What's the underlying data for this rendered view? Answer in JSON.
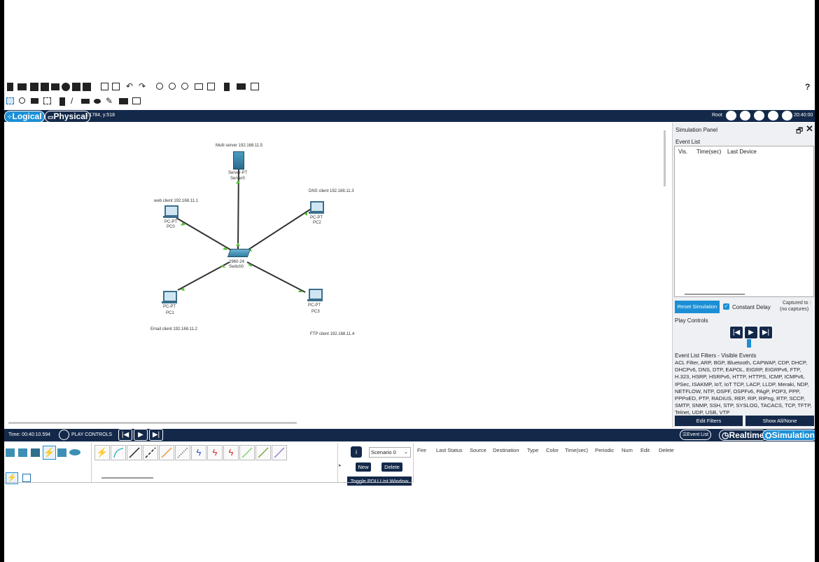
{
  "toolbar": {
    "help": "?"
  },
  "topbar": {
    "logical": "Logical",
    "physical": "Physical",
    "coords": "x:1784, y:518",
    "root": "Root",
    "clock": "20:40:00"
  },
  "topology": {
    "labels": {
      "multiserver": "Multi server 192.168.11.5",
      "server_type": "Server-PT",
      "server_name": "Server0",
      "web_client": "web client 192.168.11.1",
      "pc0_type": "PC-PT",
      "pc0_name": "PC0",
      "dns_client": "DNS client 192.168.11.3",
      "pc2_type": "PC-PT",
      "pc2_name": "PC2",
      "switch_type": "2960-24",
      "switch_name": "Switch0",
      "pc1_type": "PC-PT",
      "pc1_name": "PC1",
      "pc3_type": "PC-PT",
      "pc3_name": "PC3",
      "email_client": "Email client 192.168.11.2",
      "ftp_client": "FTP client 192.168.11.4"
    }
  },
  "sim_panel": {
    "title": "Simulation Panel",
    "event_list": "Event List",
    "cols": {
      "vis": "Vis.",
      "time": "Time(sec)",
      "last_device": "Last Device"
    },
    "reset": "Reset Simulation",
    "constant_delay": "Constant Delay",
    "captured_to": "Captured to :",
    "no_captures": "(no captures)",
    "play_controls": "Play Controls",
    "filters_title": "Event List Filters - Visible Events",
    "filters_list": "ACL Filter, ARP, BGP, Bluetooth, CAPWAP, CDP, DHCP, DHCPv6, DNS, DTP, EAPOL, EIGRP, EIGRPv6, FTP, H.323, HSRP, HSRPv6, HTTP, HTTPS, ICMP, ICMPv6, IPSec, ISAKMP, IoT, IoT TCP, LACP, LLDP, Meraki, NDP, NETFLOW, NTP, OSPF, OSPFv6, PAgP, POP3, PPP, PPPoED, PTP, RADIUS, REP, RIP, RIPng, RTP, SCCP, SMTP, SNMP, SSH, STP, SYSLOG, TACACS, TCP, TFTP, Telnet, UDP, USB, VTP",
    "edit_filters": "Edit Filters",
    "show_all": "Show All/None"
  },
  "bottombar": {
    "time": "Time: 00:40:10.594",
    "play_controls": "PLAY CONTROLS",
    "event_list": "Event List",
    "realtime": "Realtime",
    "simulation": "Simulation"
  },
  "pdu": {
    "scenario": "Scenario 0",
    "new": "New",
    "delete": "Delete",
    "toggle": "Toggle PDU List Window",
    "columns": [
      "Fire",
      "Last Status",
      "Source",
      "Destination",
      "Type",
      "Color",
      "Time(sec)",
      "Periodic",
      "Num",
      "Edit",
      "Delete"
    ]
  },
  "colors": {
    "navy": "#14294a",
    "accent": "#1b8fd6",
    "link_green": "#59c23a",
    "cable": "#333333"
  }
}
